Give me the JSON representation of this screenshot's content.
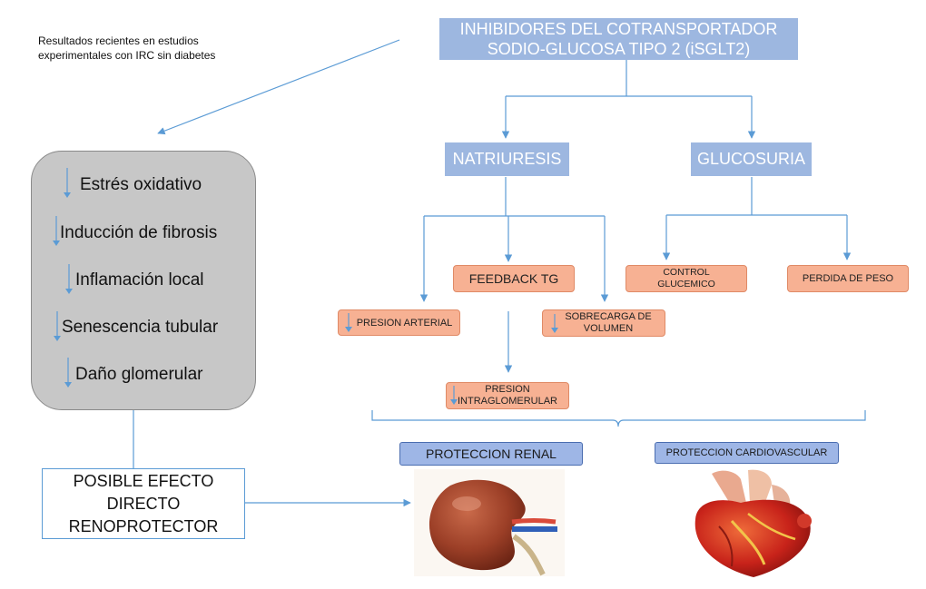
{
  "note": "Resultados recientes en estudios experimentales con IRC sin diabetes",
  "title_box": {
    "line1": "INHIBIDORES DEL COTRANSPORTADOR",
    "line2": "SODIO-GLUCOSA TIPO 2 (iSGLT2)"
  },
  "natriuresis": "NATRIURESIS",
  "glucosuria": "GLUCOSURIA",
  "effects": {
    "feedback": "FEEDBACK TG",
    "presion_arterial": "PRESION ARTERIAL",
    "sobrecarga": "SOBRECARGA DE VOLUMEN",
    "presion_intra_line1": "PRESION",
    "presion_intra_line2": "INTRAGLOMERULAR",
    "control_line1": "CONTROL",
    "control_line2": "GLUCEMICO",
    "perdida_peso": "PERDIDA DE PESO"
  },
  "mechanisms": {
    "items": [
      "Estrés oxidativo",
      "Inducción de fibrosis",
      "Inflamación local",
      "Senescencia tubular",
      "Daño glomerular"
    ]
  },
  "direct_effect": {
    "line1": "POSIBLE EFECTO",
    "line2": "DIRECTO",
    "line3": "RENOPROTECTOR"
  },
  "protection": {
    "renal": "PROTECCION RENAL",
    "cardio": "PROTECCION CARDIOVASCULAR"
  },
  "colors": {
    "blue_box": "#9db7e0",
    "orange_box": "#f7b193",
    "line": "#5b9bd5",
    "grey_panel": "#c7c7c7"
  }
}
